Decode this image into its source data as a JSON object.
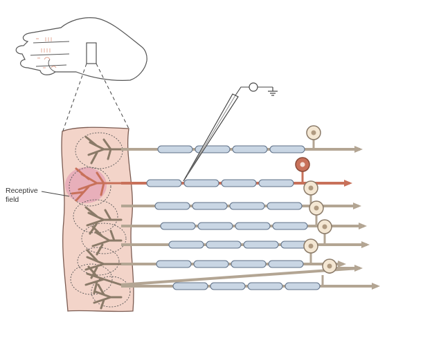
{
  "labels": {
    "receptive_field_line1": "Receptive",
    "receptive_field_line2": "field"
  },
  "colors": {
    "skin": "#f3d4c9",
    "skin_outline": "#7a5a50",
    "myelin": "#c9d6e4",
    "myelin_outline": "#5d6f86",
    "axon": "#b3a593",
    "axon_highlight": "#c8715a",
    "soma_fill": "#f4e7d3",
    "receptive_field": "#e3a0b4"
  },
  "diagram": {
    "fiber_count": 8,
    "highlighted_fiber": 2,
    "icons": [
      "hand-icon",
      "recording-electrode-icon",
      "ground-symbol-icon"
    ]
  }
}
